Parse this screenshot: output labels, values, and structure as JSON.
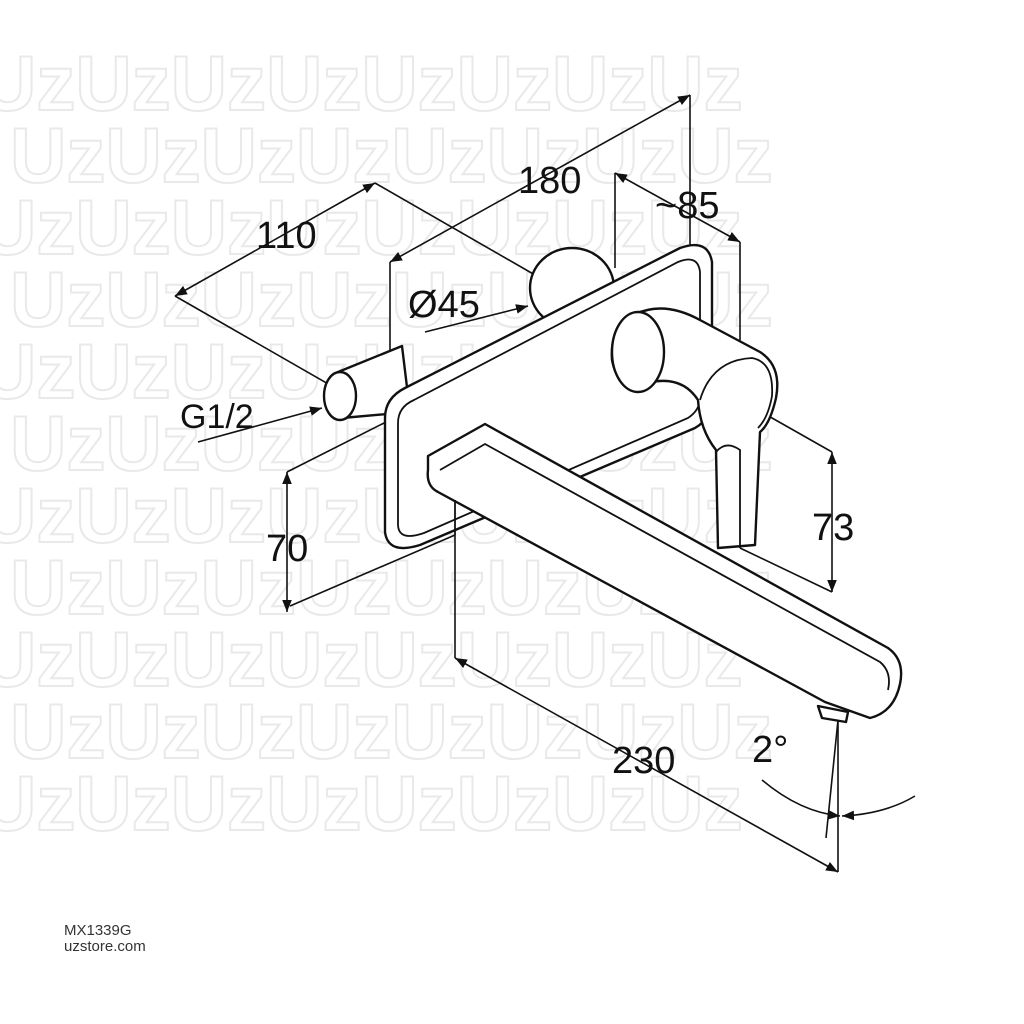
{
  "watermark": {
    "text": "UzUzUzUzUzUzUzUz"
  },
  "dimensions": {
    "d180": "180",
    "d110": "110",
    "d85": "~85",
    "d45": "Ø45",
    "g12": "G1/2",
    "d70": "70",
    "d73": "73",
    "d230": "230",
    "angle": "2°"
  },
  "footer": {
    "product_code": "MX1339G",
    "store": "uzstore.com"
  }
}
